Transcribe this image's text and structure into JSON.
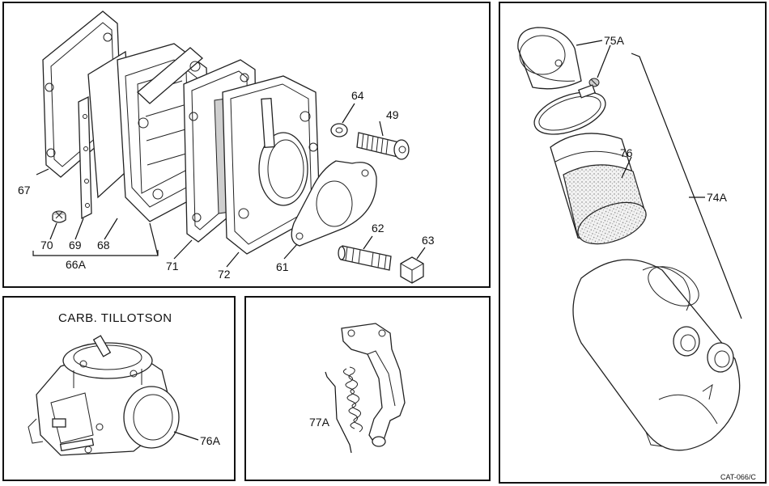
{
  "reed_panel": {
    "labels": {
      "p67": "67",
      "p70": "70",
      "p69": "69",
      "p68": "68",
      "p66A": "66A",
      "p71": "71",
      "p72": "72",
      "p61": "61",
      "p64": "64",
      "p49": "49",
      "p62": "62",
      "p63": "63"
    }
  },
  "carb_panel": {
    "title": "CARB. TILLOTSON",
    "labels": {
      "p76A": "76A"
    }
  },
  "bracket_panel": {
    "labels": {
      "p77A": "77A"
    }
  },
  "filter_panel": {
    "labels": {
      "p75A": "75A",
      "p76": "76",
      "p74A": "74A"
    },
    "drawing_code": "CAT-066/C"
  }
}
